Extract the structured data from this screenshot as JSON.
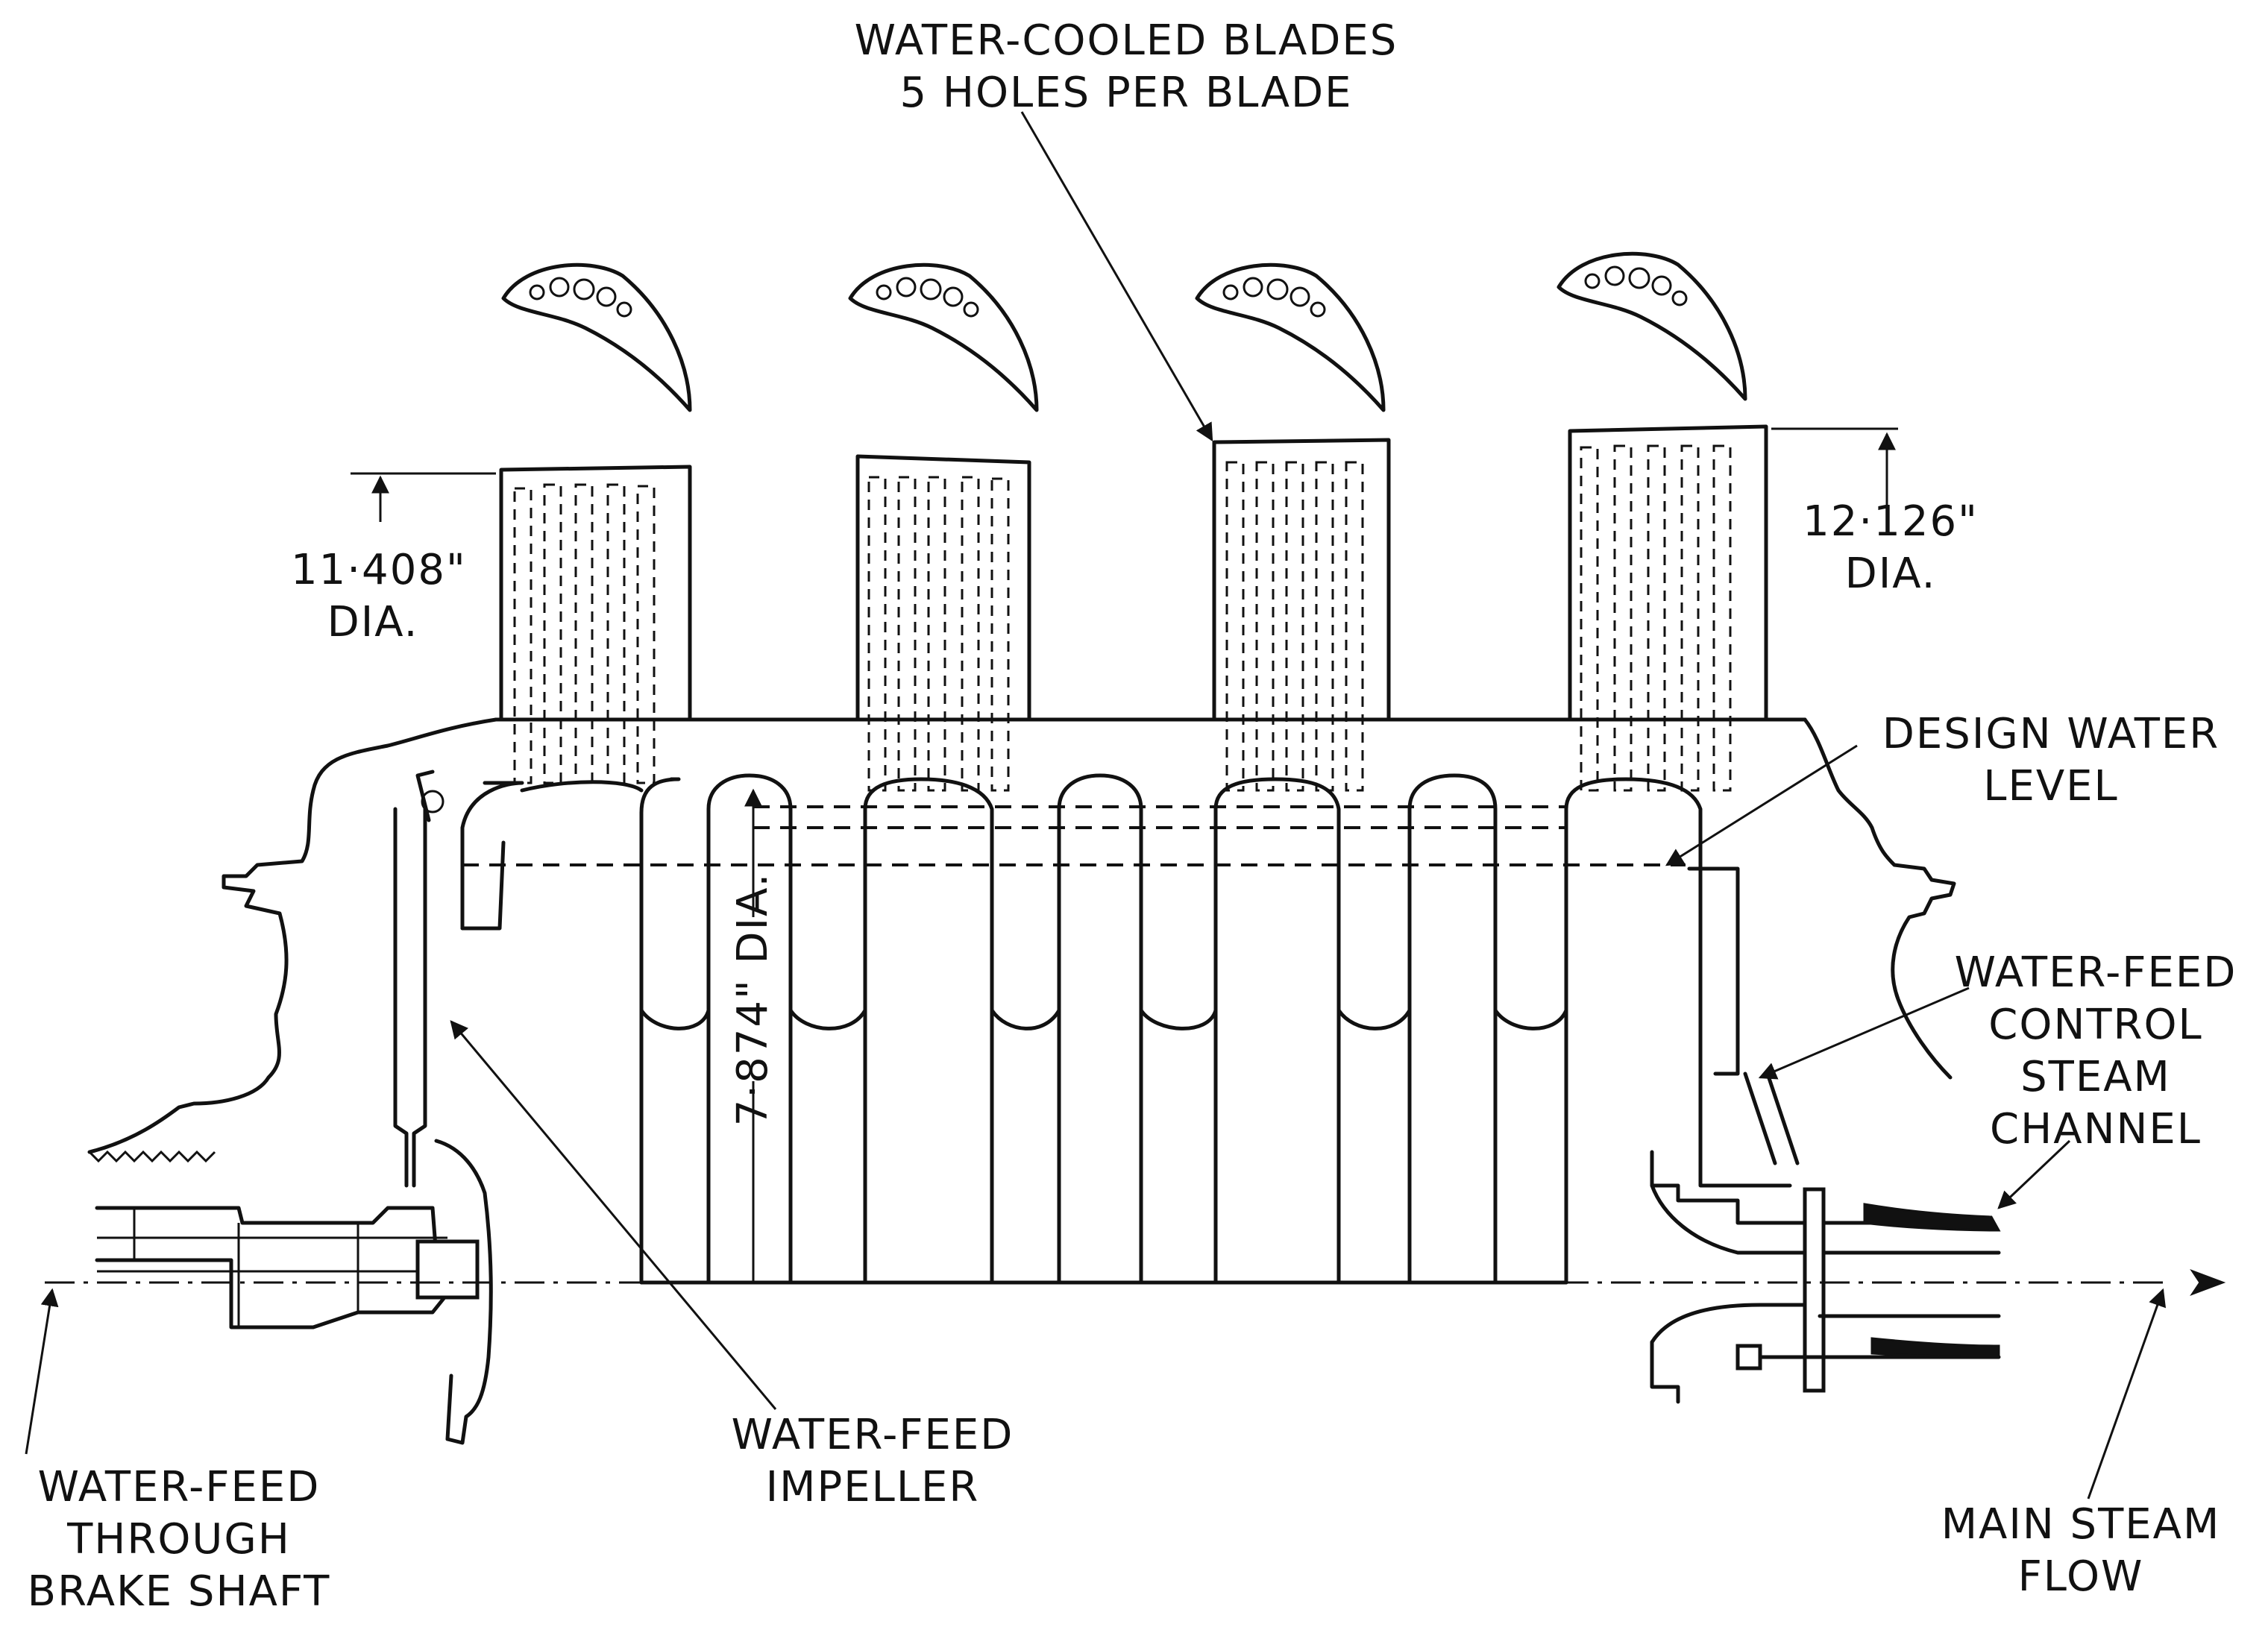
{
  "labels": {
    "blades": [
      "WATER-COOLED BLADES",
      "5 HOLES PER BLADE"
    ],
    "dia_left": [
      "11·408\"",
      "DIA."
    ],
    "dia_right": [
      "12·126\"",
      "DIA."
    ],
    "dia_mid": "7·874\" DIA.",
    "design_water_level": [
      "DESIGN WATER",
      "LEVEL"
    ],
    "control_channel": [
      "WATER-FEED",
      "CONTROL",
      "STEAM",
      "CHANNEL"
    ],
    "impeller": [
      "WATER-FEED",
      "IMPELLER"
    ],
    "brake_shaft": [
      "WATER-FEED",
      "THROUGH",
      "BRAKE SHAFT"
    ],
    "main_steam": [
      "MAIN STEAM",
      "FLOW"
    ]
  }
}
